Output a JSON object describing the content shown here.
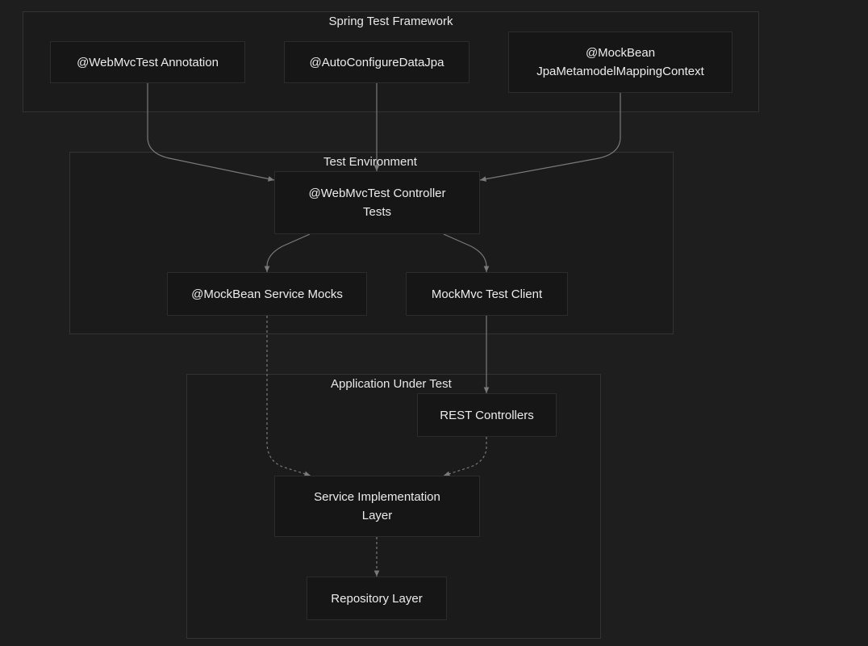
{
  "colors": {
    "background": "#1e1e1e",
    "group_fill": "#1b1b1b",
    "node_fill": "#161616",
    "edge": "#7a7a7a"
  },
  "groups": {
    "framework": {
      "title": "Spring Test Framework"
    },
    "environment": {
      "title": "Test Environment"
    },
    "application": {
      "title": "Application Under Test"
    }
  },
  "nodes": {
    "webmvctest_annotation": "@WebMvcTest Annotation",
    "autoconfigure_datajpa": "@AutoConfigureDataJpa",
    "mockbean_jpa_context": "@MockBean\nJpaMetamodelMappingContext",
    "controller_tests": "@WebMvcTest Controller\nTests",
    "service_mocks": "@MockBean Service Mocks",
    "mockmvc_client": "MockMvc Test Client",
    "rest_controllers": "REST Controllers",
    "service_impl": "Service Implementation\nLayer",
    "repository": "Repository Layer"
  },
  "edges": [
    {
      "from": "webmvctest_annotation",
      "to": "controller_tests",
      "style": "solid"
    },
    {
      "from": "autoconfigure_datajpa",
      "to": "controller_tests",
      "style": "solid"
    },
    {
      "from": "mockbean_jpa_context",
      "to": "controller_tests",
      "style": "solid"
    },
    {
      "from": "controller_tests",
      "to": "service_mocks",
      "style": "solid"
    },
    {
      "from": "controller_tests",
      "to": "mockmvc_client",
      "style": "solid"
    },
    {
      "from": "mockmvc_client",
      "to": "rest_controllers",
      "style": "solid"
    },
    {
      "from": "service_mocks",
      "to": "service_impl",
      "style": "dashed"
    },
    {
      "from": "rest_controllers",
      "to": "service_impl",
      "style": "dashed"
    },
    {
      "from": "service_impl",
      "to": "repository",
      "style": "dashed"
    }
  ]
}
